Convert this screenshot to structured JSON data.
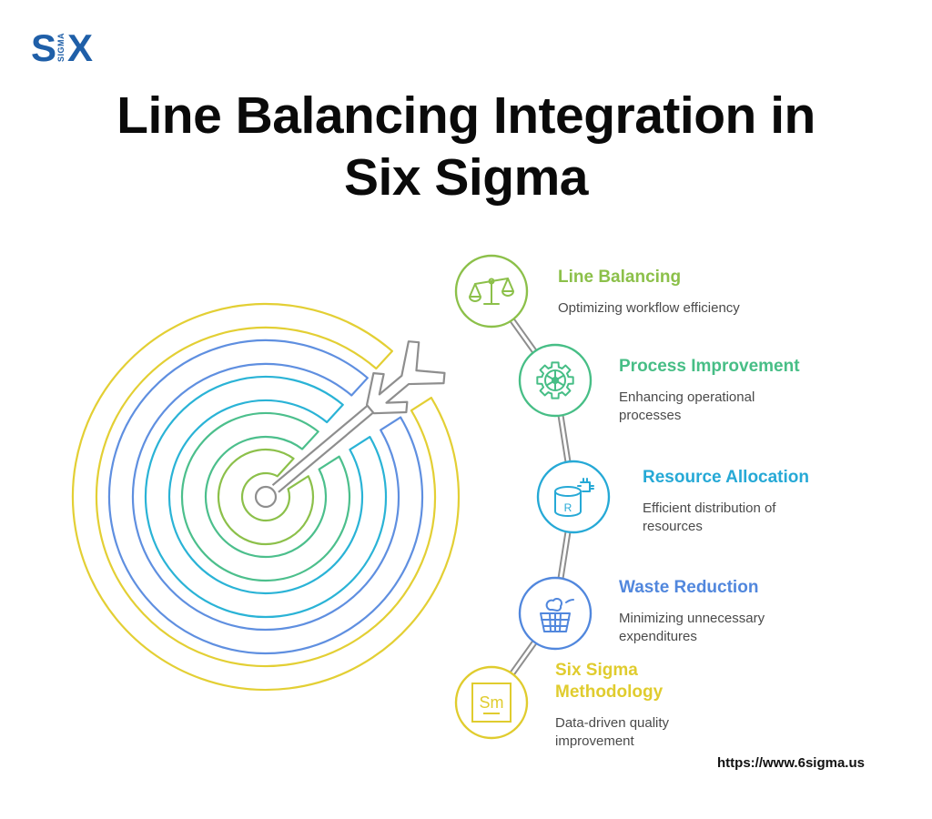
{
  "logo": {
    "left": "S",
    "middle": "SIGMA",
    "right": "X",
    "color": "#1f5fa8"
  },
  "title": {
    "line1": "Line Balancing Integration in",
    "line2": "Six Sigma"
  },
  "target": {
    "ring_colors": [
      "#8cc04a",
      "#4cbf8c",
      "#2ab3d6",
      "#5f8fe0",
      "#e3cf34"
    ],
    "arrow_color": "#8e8e8e"
  },
  "steps": [
    {
      "title": "Line Balancing",
      "description": "Optimizing workflow efficiency",
      "icon": "scale-icon",
      "color": "#8cc04a"
    },
    {
      "title": "Process Improvement",
      "description": "Enhancing operational processes",
      "icon": "gear-icon",
      "color": "#47be86"
    },
    {
      "title": "Resource Allocation",
      "description": "Efficient distribution of resources",
      "icon": "database-chip-icon",
      "color": "#26a9d6"
    },
    {
      "title": "Waste Reduction",
      "description": "Minimizing unnecessary expenditures",
      "icon": "waste-basket-icon",
      "color": "#5187dd"
    },
    {
      "title": "Six Sigma Methodology",
      "description": "Data-driven quality improvement",
      "icon": "sm-symbol-icon",
      "icon_text": "Sm",
      "color": "#e0cc2e"
    }
  ],
  "footer": {
    "url": "https://www.6sigma.us"
  }
}
